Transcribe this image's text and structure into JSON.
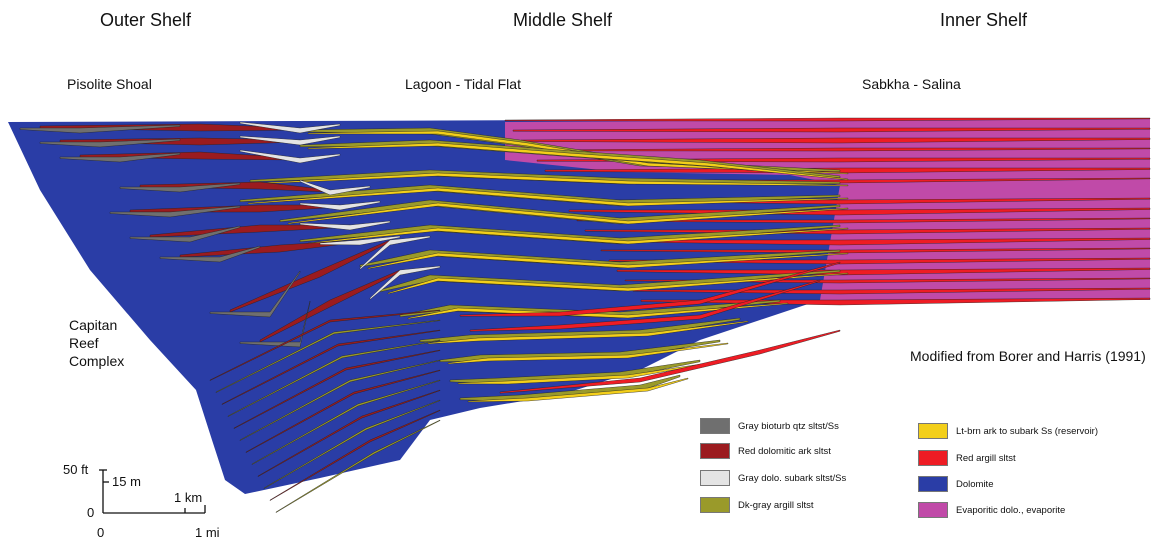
{
  "zones": {
    "outer": "Outer Shelf",
    "middle": "Middle Shelf",
    "inner": "Inner Shelf"
  },
  "environments": {
    "outer": "Pisolite Shoal",
    "middle": "Lagoon - Tidal Flat",
    "inner": "Sabkha - Salina"
  },
  "reef_label": [
    "Capitan",
    "Reef",
    "Complex"
  ],
  "credit": "Modified from Borer and Harris (1991)",
  "colors": {
    "gray_bioturb": "#6f6f6f",
    "red_dolomitic": "#9b1b1f",
    "gray_dolo": "#e4e4e4",
    "dk_gray_argill": "#9a9a2a",
    "lt_brn_ark": "#f3cf1a",
    "red_argill": "#ee1c24",
    "dolomite": "#2a3da6",
    "evaporitic": "#c04aa8"
  },
  "legend": {
    "left": [
      {
        "label": "Gray bioturb qtz sltst/Ss",
        "color": "#6f6f6f"
      },
      {
        "label": "Red dolomitic ark sltst",
        "color": "#9b1b1f"
      },
      {
        "label": "Gray dolo. subark sltst/Ss",
        "color": "#e4e4e4"
      },
      {
        "label": "Dk-gray argill sltst",
        "color": "#9a9a2a"
      }
    ],
    "right": [
      {
        "label": "Lt-brn ark to subark Ss (reservoir)",
        "color": "#f3cf1a"
      },
      {
        "label": "Red argill sltst",
        "color": "#ee1c24"
      },
      {
        "label": "Dolomite",
        "color": "#2a3da6"
      },
      {
        "label": "Evaporitic dolo., evaporite",
        "color": "#c04aa8"
      }
    ]
  },
  "scale": {
    "vertical_ft": "50 ft",
    "vertical_m": "15 m",
    "horizontal_km": "1 km",
    "horizontal_mi": "1 mi",
    "zero_v": "0",
    "zero_h": "0"
  }
}
